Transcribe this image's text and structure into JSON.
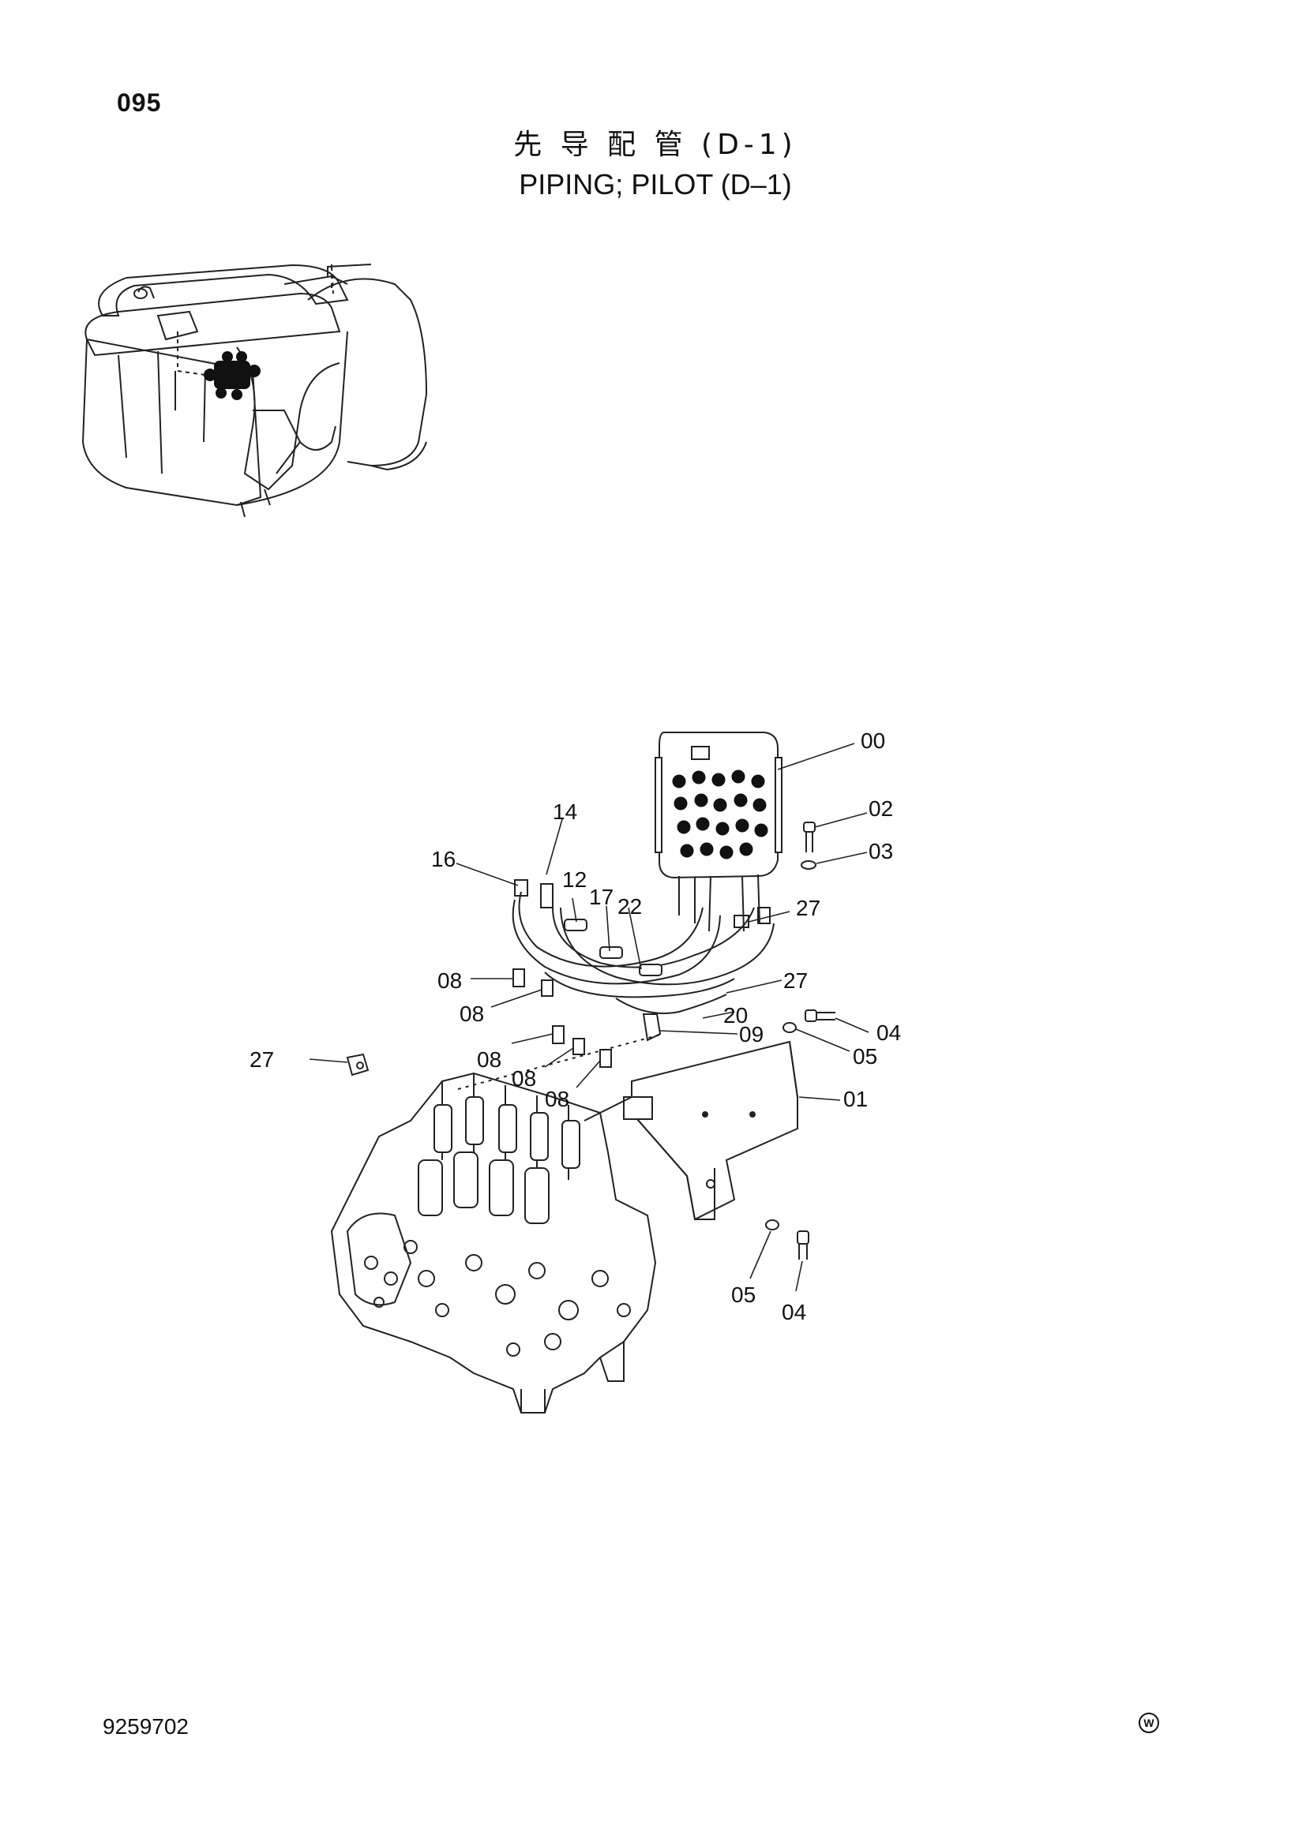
{
  "header": {
    "page_number": "095",
    "title_cn": "先 导 配 管 (D-1)",
    "title_en": "PIPING; PILOT  (D–1)"
  },
  "footer": {
    "drawing_number": "9259702",
    "brand_mark": "W"
  },
  "callouts": {
    "c00": "00",
    "c02": "02",
    "c03": "03",
    "c14": "14",
    "c16": "16",
    "c12": "12",
    "c17": "17",
    "c22": "22",
    "c27a": "27",
    "c27b": "27",
    "c27c": "27",
    "c08a": "08",
    "c08b": "08",
    "c08c": "08",
    "c08d": "08",
    "c08e": "08",
    "c20": "20",
    "c09": "09",
    "c04a": "04",
    "c05a": "05",
    "c01": "01",
    "c05b": "05",
    "c04b": "04"
  },
  "icons": {
    "brand": "circled-w-icon"
  }
}
